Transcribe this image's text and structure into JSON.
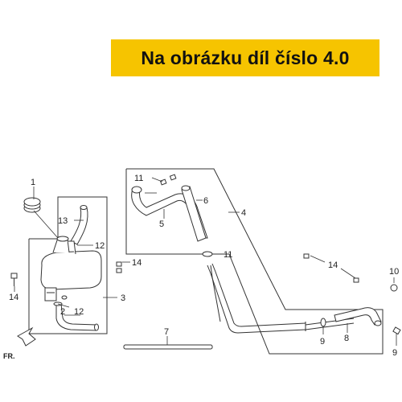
{
  "banner": {
    "text": "Na obrázku díl číslo 4.0"
  },
  "orientation": {
    "label": "FR."
  },
  "callouts": {
    "c1": "1",
    "c2": "2",
    "c3": "3",
    "c4": "4",
    "c5": "5",
    "c6": "6",
    "c7": "7",
    "c8": "8",
    "c9a": "9",
    "c9b": "9",
    "c10": "10",
    "c11a": "11",
    "c11b": "11",
    "c12a": "12",
    "c12b": "12",
    "c13": "13",
    "c14a": "14",
    "c14b": "14",
    "c14c": "14"
  },
  "colors": {
    "banner_bg": "#f6c400",
    "line": "#333333"
  }
}
